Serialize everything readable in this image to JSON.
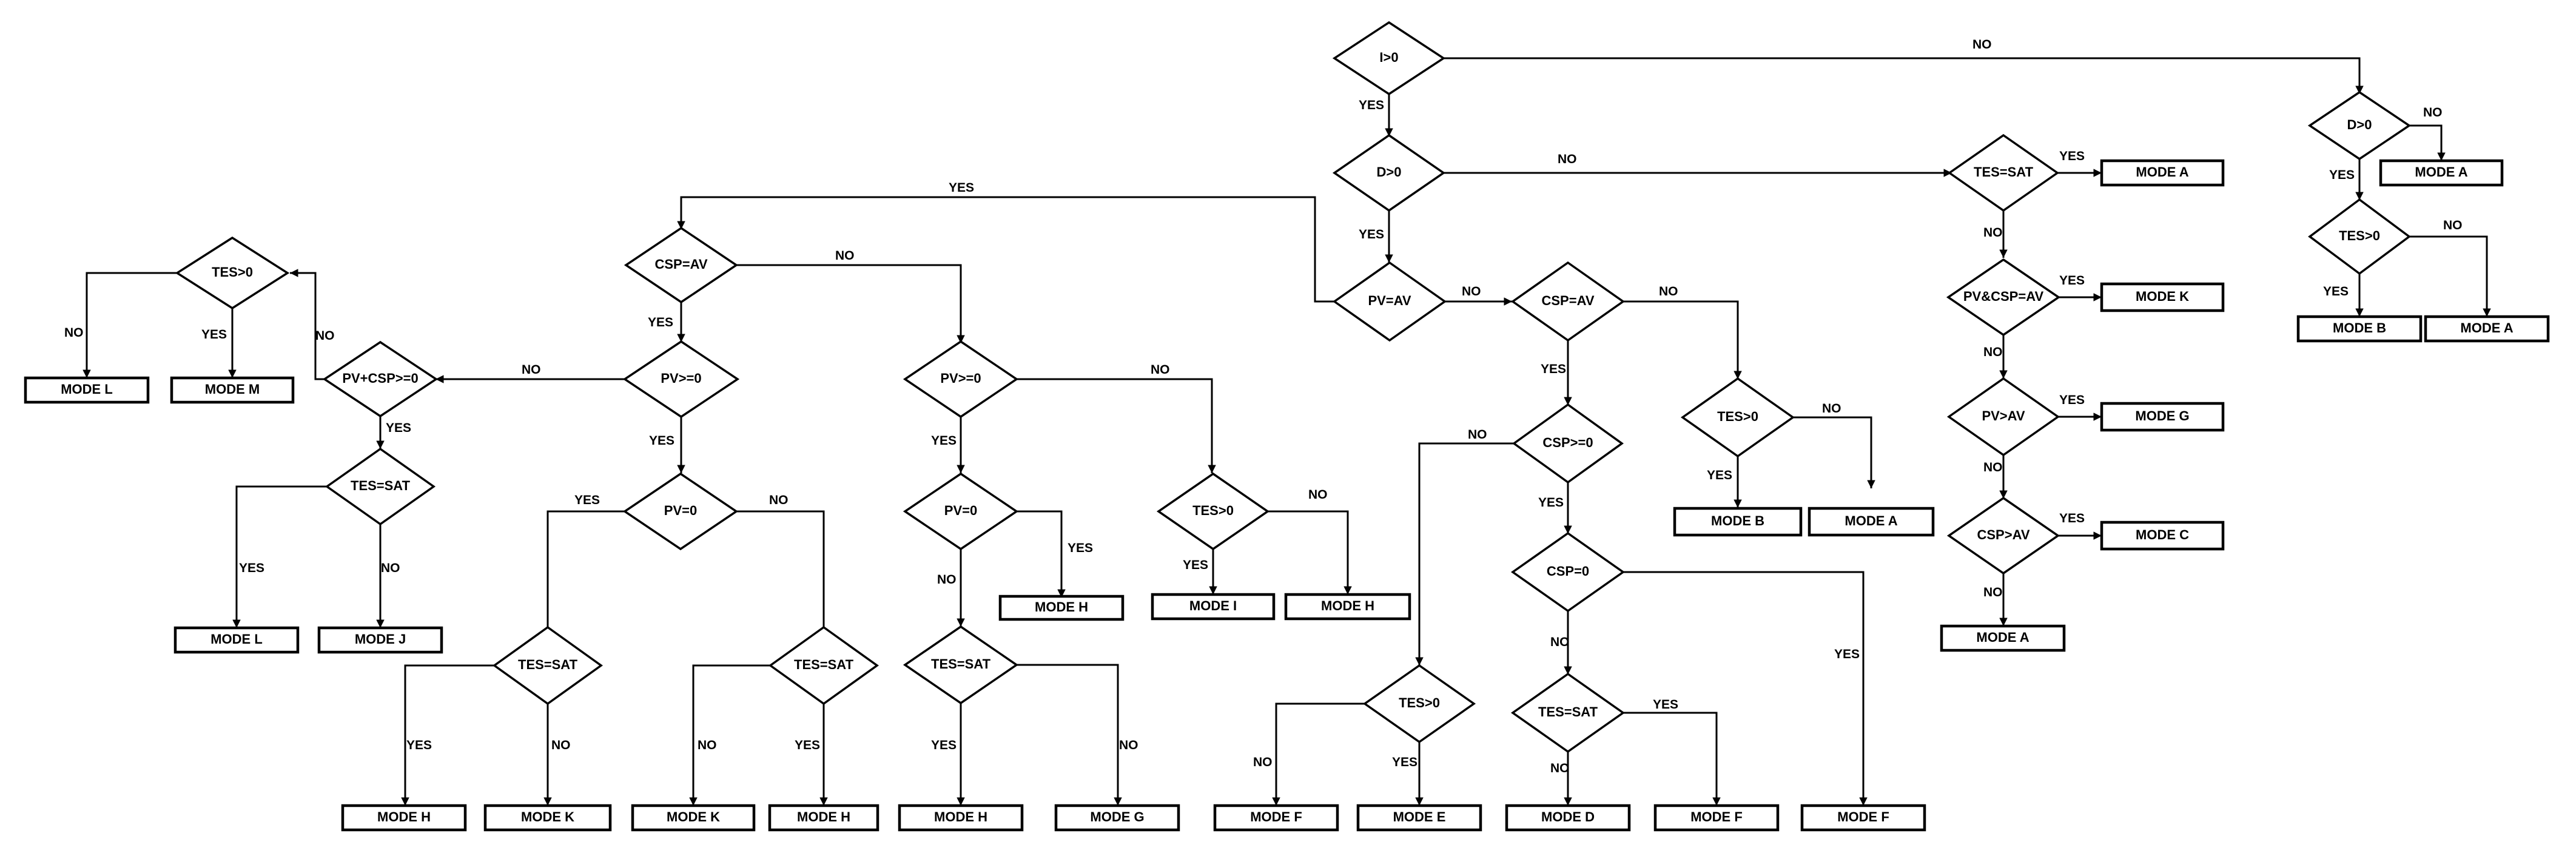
{
  "decisions": {
    "d1": "I>0",
    "d2": "D>0",
    "d3": "PV=AV",
    "d4": "CSP=AV",
    "d5": "TES>0",
    "d6": "CSP>=0",
    "d7": "CSP=0",
    "d8": "TES>0",
    "d9": "TES=SAT",
    "d10": "CSP=AV",
    "d11": "PV>=0",
    "d12": "PV>=0",
    "d13": "PV+CSP>=0",
    "d14": "TES>0",
    "d15": "TES=SAT",
    "d16": "PV=0",
    "d17": "PV=0",
    "d18": "TES=SAT",
    "d19": "TES=SAT",
    "d20": "TES=SAT",
    "d21": "TES>0",
    "d22": "TES=SAT",
    "d23": "PV&CSP=AV",
    "d24": "PV>AV",
    "d25": "CSP>AV",
    "d26": "D>0",
    "d27": "TES>0"
  },
  "outcomes": {
    "m1": "MODE L",
    "m2": "MODE M",
    "m3": "MODE L",
    "m4": "MODE J",
    "m5": "MODE H",
    "m6": "MODE K",
    "m7": "MODE K",
    "m8": "MODE H",
    "m9": "MODE H",
    "m10": "MODE G",
    "m11": "MODE H",
    "m12": "MODE I",
    "m13": "MODE H",
    "m14": "MODE F",
    "m15": "MODE E",
    "m16": "MODE D",
    "m17": "MODE F",
    "m18": "MODE F",
    "m19": "MODE B",
    "m20": "MODE A",
    "m21": "MODE A",
    "m22": "MODE K",
    "m23": "MODE G",
    "m24": "MODE C",
    "m25": "MODE A",
    "m26": "MODE A",
    "m27": "MODE B",
    "m28": "MODE A"
  },
  "labels": {
    "yes": "YES",
    "no": "NO"
  }
}
